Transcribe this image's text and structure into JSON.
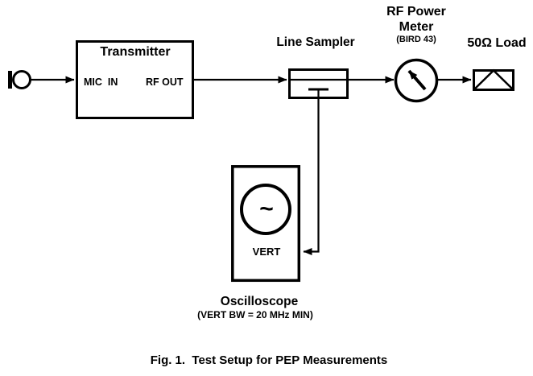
{
  "figure": {
    "caption": "Fig. 1.  Test Setup for PEP Measurements",
    "ink_color": "#000000",
    "background_color": "#ffffff"
  },
  "nodes": {
    "microphone": {
      "icon": "microphone"
    },
    "transmitter": {
      "title": "Transmitter",
      "input_port": "MIC  IN",
      "output_port": "RF OUT"
    },
    "line_sampler": {
      "label": "Line Sampler"
    },
    "rf_power_meter": {
      "label_line1": "RF Power",
      "label_line2": "Meter",
      "model_note": "(BIRD 43)"
    },
    "dummy_load": {
      "label": "50Ω Load"
    },
    "oscilloscope": {
      "label": "Oscilloscope",
      "bandwidth_note": "(VERT BW = 20 MHz MIN)",
      "input_port": "VERT",
      "screen_symbol": "~"
    }
  },
  "connections": [
    {
      "from": "microphone",
      "to": "transmitter.MIC IN"
    },
    {
      "from": "transmitter.RF OUT",
      "to": "line_sampler"
    },
    {
      "from": "line_sampler",
      "to": "rf_power_meter"
    },
    {
      "from": "rf_power_meter",
      "to": "dummy_load"
    },
    {
      "from": "line_sampler.tap",
      "to": "oscilloscope.VERT"
    }
  ]
}
